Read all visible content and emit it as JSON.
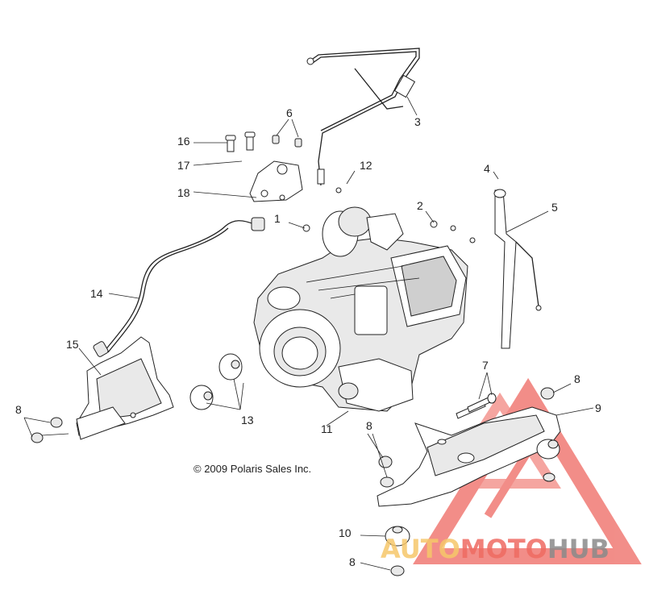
{
  "copyright": "© 2009 Polaris Sales Inc.",
  "callouts": [
    "1",
    "2",
    "3",
    "4",
    "5",
    "6",
    "7",
    "8",
    "9",
    "10",
    "11",
    "12",
    "13",
    "14",
    "15",
    "16",
    "17",
    "18"
  ],
  "watermark": {
    "part1": "AUTO",
    "part2": "MOTO",
    "part3": "HUB",
    "color_auto": "#f6c76a",
    "color_moto": "#ef6b62",
    "color_hub": "#8a8a8a",
    "triangle_color": "#f07a74"
  }
}
